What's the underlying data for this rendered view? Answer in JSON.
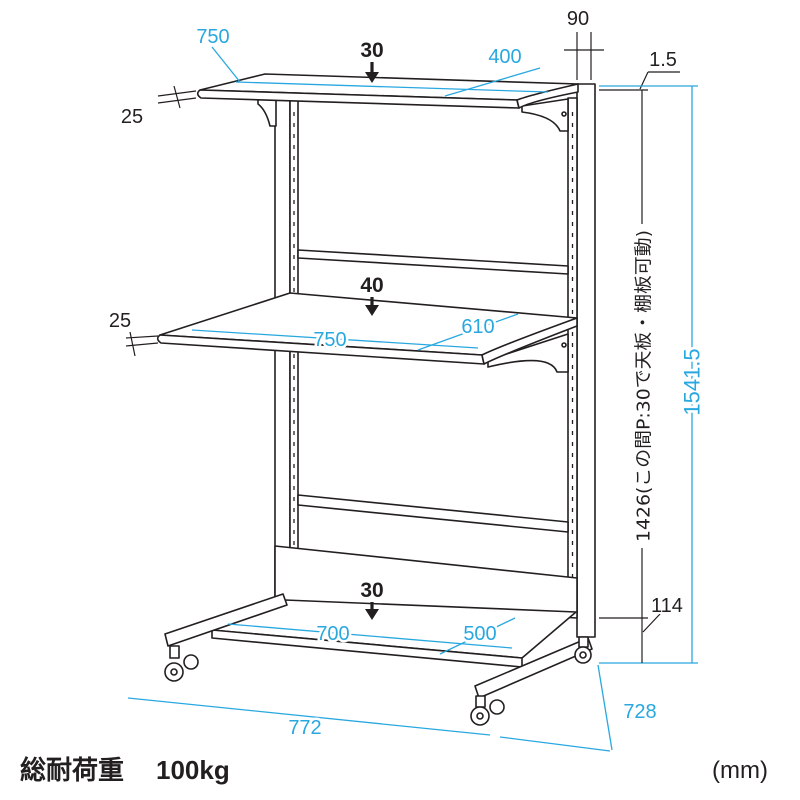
{
  "colors": {
    "dimension": "#29a8e0",
    "line": "#231f20",
    "background": "#ffffff"
  },
  "shelves": {
    "top": {
      "load": "30",
      "width": "750",
      "depth": "400",
      "thickness": "25"
    },
    "middle": {
      "load": "40",
      "width": "750",
      "depth": "610",
      "thickness": "25"
    },
    "bottom": {
      "load": "30",
      "width": "700",
      "depth": "500"
    }
  },
  "dimensions": {
    "upright_width": "90",
    "top_offset": "1.5",
    "overall_height": "1541.5",
    "adjustable_range": "1426(この間P:30で天板・棚板可動)",
    "base_height": "114",
    "overall_depth": "728",
    "overall_width": "772"
  },
  "footer": {
    "total_load_label": "総耐荷重",
    "total_load_value": "100kg",
    "unit": "(mm)"
  }
}
